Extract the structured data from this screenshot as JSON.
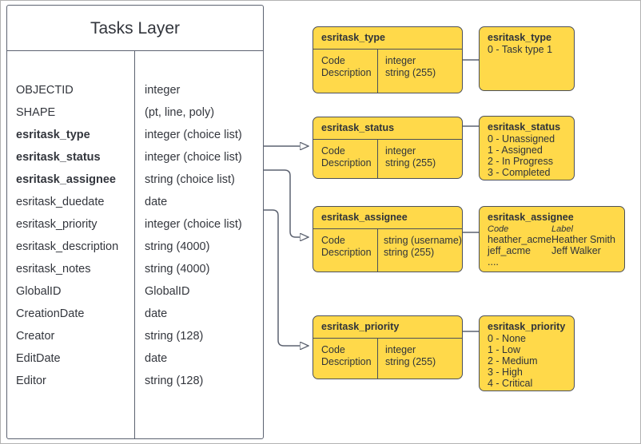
{
  "diagram": {
    "title": "Tasks Layer",
    "accent_yellow": "#ffd94a",
    "stroke_color": "#4c5059",
    "text_color": "#33363d"
  },
  "layer_table": {
    "title": "Tasks Layer",
    "fields": [
      {
        "name": "OBJECTID",
        "type": "integer",
        "bold": false
      },
      {
        "name": "SHAPE",
        "type": "(pt, line, poly)",
        "bold": false
      },
      {
        "name": "esritask_type",
        "type": "integer (choice list)",
        "bold": true
      },
      {
        "name": "esritask_status",
        "type": "integer (choice list)",
        "bold": true
      },
      {
        "name": "esritask_assignee",
        "type": "string (choice list)",
        "bold": true
      },
      {
        "name": "esritask_duedate",
        "type": "date",
        "bold": false
      },
      {
        "name": "esritask_priority",
        "type": "integer (choice list)",
        "bold": false
      },
      {
        "name": "esritask_description",
        "type": "string (4000)",
        "bold": false
      },
      {
        "name": "esritask_notes",
        "type": "string (4000)",
        "bold": false
      },
      {
        "name": "GlobalID",
        "type": "GlobalID",
        "bold": false
      },
      {
        "name": "CreationDate",
        "type": "date",
        "bold": false
      },
      {
        "name": "Creator",
        "type": "string (128)",
        "bold": false
      },
      {
        "name": "EditDate",
        "type": "date",
        "bold": false
      },
      {
        "name": "Editor",
        "type": "string (128)",
        "bold": false
      }
    ]
  },
  "schema_boxes": [
    {
      "title": "esritask_type",
      "left_cell": "Code\nDescription",
      "left_cell_lines": [
        "Code",
        "Description"
      ],
      "right_cell_lines": [
        "integer",
        "string (255)"
      ]
    },
    {
      "title": "esritask_status",
      "left_cell_lines": [
        "Code",
        "Description"
      ],
      "right_cell_lines": [
        "integer",
        "string (255)"
      ]
    },
    {
      "title": "esritask_assignee",
      "left_cell_lines": [
        "Code",
        "Description"
      ],
      "right_cell_lines": [
        "string  (username)",
        "string (255)"
      ]
    },
    {
      "title": "esritask_priority",
      "left_cell_lines": [
        "Code",
        "Description"
      ],
      "right_cell_lines": [
        "integer",
        "string (255)"
      ]
    }
  ],
  "value_boxes": {
    "type": {
      "title": "esritask_type",
      "lines": [
        "0 - Task type 1"
      ]
    },
    "status": {
      "title": "esritask_status",
      "lines": [
        "0 - Unassigned",
        "1 - Assigned",
        "2 - In Progress",
        "3 - Completed"
      ]
    },
    "assignee": {
      "title": "esritask_assignee",
      "header_code": "Code",
      "header_label": "Label",
      "rows": [
        {
          "code": "heather_acme",
          "label": "Heather Smith"
        },
        {
          "code": "jeff_acme",
          "label": "Jeff Walker"
        }
      ],
      "ellipsis": "...."
    },
    "priority": {
      "title": "esritask_priority",
      "lines": [
        "0 - None",
        "1 - Low",
        "2 - Medium",
        "3 - High",
        "4 - Critical"
      ]
    }
  }
}
